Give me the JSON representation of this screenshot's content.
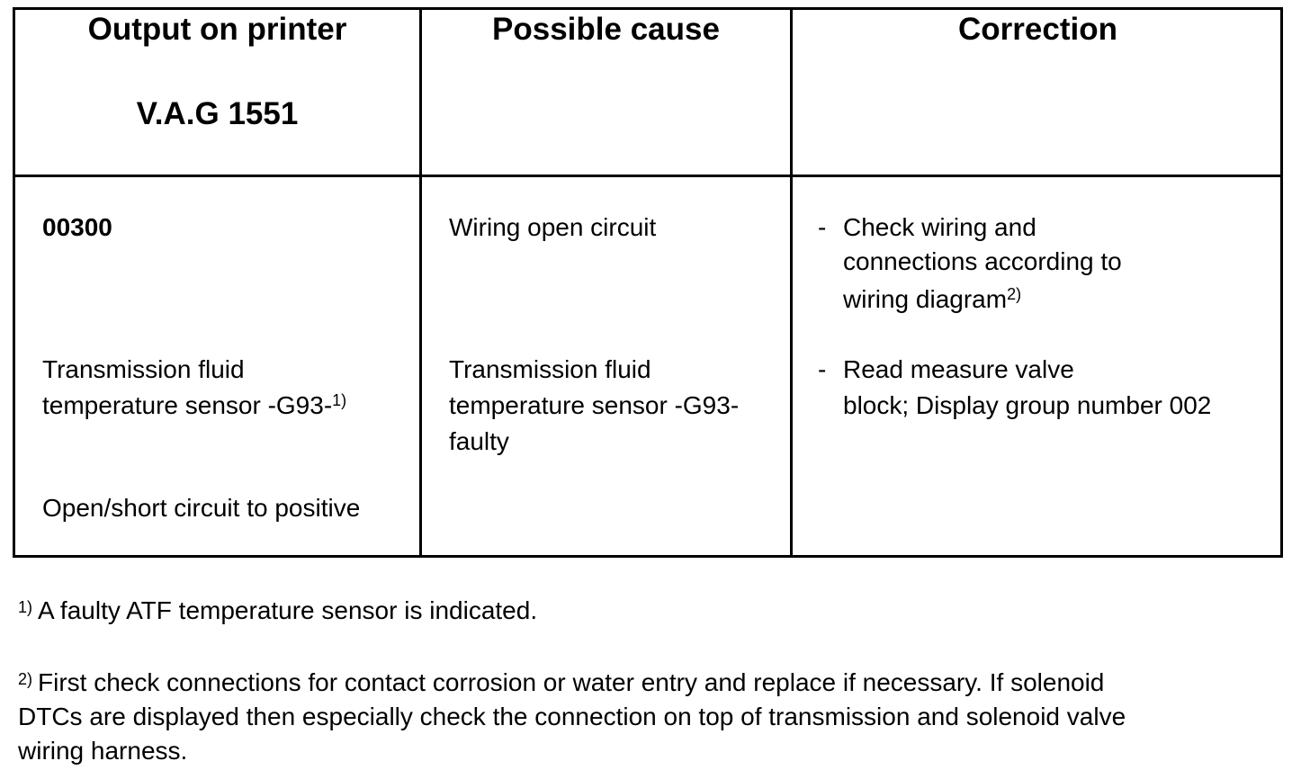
{
  "table": {
    "headers": {
      "col1_line1": "Output on printer",
      "col1_line2": "V.A.G 1551",
      "col2": "Possible cause",
      "col3": "Correction"
    },
    "row": {
      "code": "00300",
      "component_line1": "Transmission fluid",
      "component_line2": "temperature sensor -G93-",
      "component_footnote": "1)",
      "fault_type": "Open/short circuit to positive",
      "cause1": "Wiring open circuit",
      "cause2_line1": "Transmission fluid",
      "cause2_line2": "temperature sensor -G93-",
      "cause2_line3": "faulty",
      "correction1_dash": "-",
      "correction1_line1": "Check wiring and",
      "correction1_line2": "connections according to",
      "correction1_line3": "wiring diagram",
      "correction1_footnote": "2)",
      "correction2_dash": "-",
      "correction2_line1": "Read measure valve",
      "correction2_line2": "block; Display group number 002"
    }
  },
  "footnotes": {
    "fn1_mark": "1)",
    "fn1_text": "A faulty ATF temperature sensor is indicated.",
    "fn2_mark": "2)",
    "fn2_line1": "First check connections for contact corrosion or water entry and replace if necessary. If solenoid",
    "fn2_line2": "DTCs are displayed then especially check the connection on top of transmission and solenoid valve",
    "fn2_line3": "wiring harness."
  }
}
